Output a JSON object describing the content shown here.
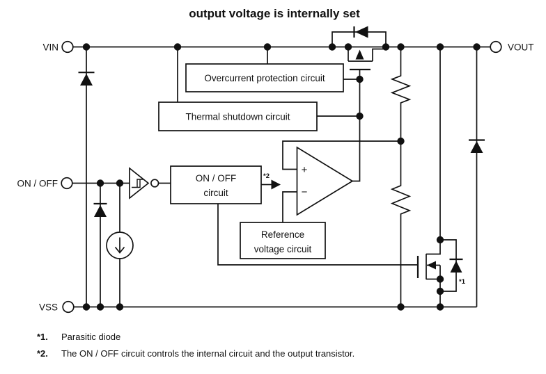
{
  "title": "output voltage is internally set",
  "pins": {
    "vin": "VIN",
    "vout": "VOUT",
    "on_off": "ON / OFF",
    "vss": "VSS"
  },
  "blocks": {
    "overcurrent": "Overcurrent protection circuit",
    "thermal": "Thermal shutdown circuit",
    "on_off_1": "ON / OFF",
    "on_off_2": "circuit",
    "reference_1": "Reference",
    "reference_2": "voltage circuit"
  },
  "opamp": {
    "plus": "+",
    "minus": "−"
  },
  "annotations": {
    "ref1": "*1",
    "ref2": "*2"
  },
  "notes": [
    {
      "marker": "*1.",
      "text": "Parasitic diode"
    },
    {
      "marker": "*2.",
      "text": "The ON / OFF circuit controls the internal circuit and the output transistor."
    }
  ],
  "colors": {
    "ink": "#111111",
    "background": "#ffffff"
  }
}
